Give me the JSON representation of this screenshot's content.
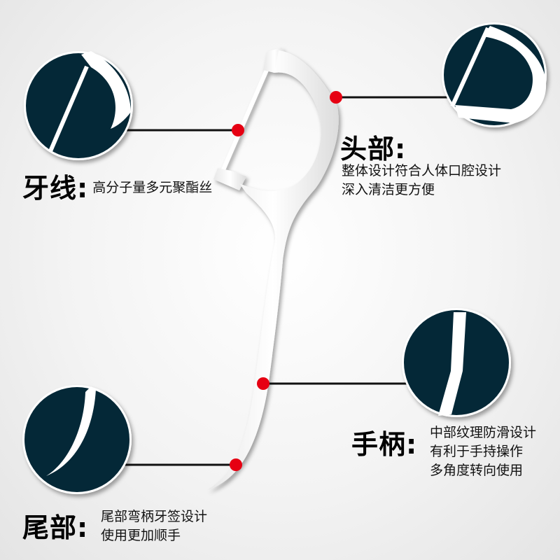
{
  "callouts": {
    "floss": {
      "title": "牙线:",
      "desc": [
        "高分子量多元聚酯丝"
      ]
    },
    "head": {
      "title": "头部:",
      "desc": [
        "整体设计符合人体口腔设计",
        "深入清洁更方便"
      ]
    },
    "handle": {
      "title": "手柄:",
      "desc": [
        "中部纹理防滑设计",
        "有利于手持操作",
        "多角度转向使用"
      ]
    },
    "tail": {
      "title": "尾部:",
      "desc": [
        "尾部弯柄牙签设计",
        "使用更加顺手"
      ]
    }
  },
  "colors": {
    "circle_fill": "#042837",
    "pick_body": "#ffffff",
    "marker_dot": "#e60012",
    "leader_line": "#111111"
  }
}
